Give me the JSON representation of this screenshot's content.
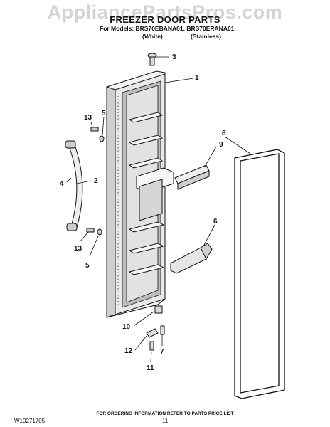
{
  "watermark": "AppliancePartsPros.com",
  "header": {
    "title": "FREEZER DOOR PARTS",
    "models": "For Models: BRS70EBANA01, BRS70ERANA01",
    "variant_white": "(White)",
    "variant_stainless": "(Stainless)"
  },
  "callouts": {
    "c1": "1",
    "c2": "2",
    "c3": "3",
    "c4": "4",
    "c5a": "5",
    "c5b": "5",
    "c6": "6",
    "c7": "7",
    "c8": "8",
    "c9": "9",
    "c10": "10",
    "c11": "11",
    "c12": "12",
    "c13a": "13",
    "c13b": "13"
  },
  "footer": {
    "note": "FOR ORDERING INFORMATION REFER TO PARTS PRICE LIST",
    "doc_number": "W10271705",
    "page_number": "11"
  }
}
